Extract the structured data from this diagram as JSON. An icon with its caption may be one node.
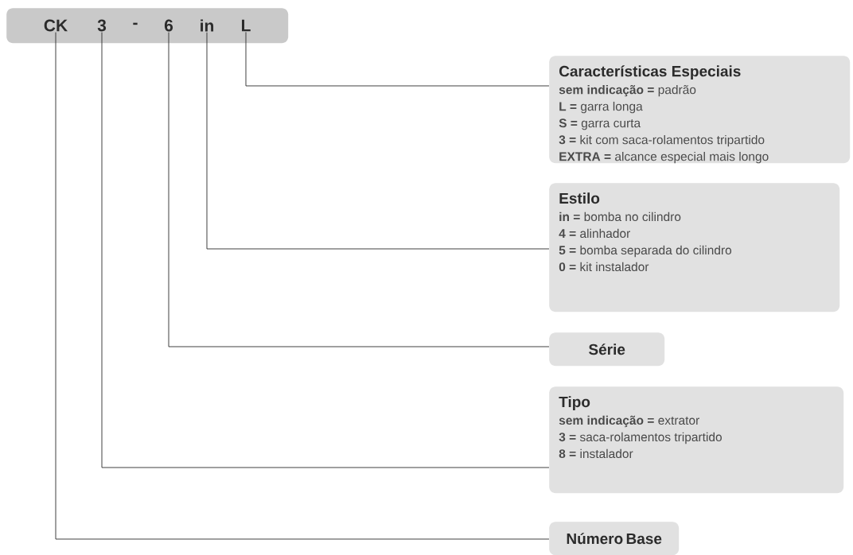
{
  "diagram": {
    "nodes": [
      {
        "text": [],
        "shape": "bar"
      },
      {
        "text": [
          "CK"
        ],
        "in": 0
      },
      {
        "text": [
          "3"
        ],
        "in": 0
      },
      {
        "text": [
          "-"
        ],
        "in": 0
      },
      {
        "text": [
          "6"
        ],
        "in": 0
      },
      {
        "text": [
          "in"
        ],
        "in": 0
      },
      {
        "text": [
          "L"
        ],
        "in": 0
      },
      {
        "text": [
          "Características Especiais",
          "**sem indicação =** padrão",
          "**L =** garra longa",
          "**S =** garra curta",
          "**3 =** kit com saca-rolamentos tripartido",
          "**EXTRA =** alcance especial mais longo"
        ]
      },
      {
        "text": [
          "Estilo",
          "**in =** bomba no cilindro",
          "**4 =** alinhador",
          "**5 =** bomba separada do cilindro",
          "**0 =** kit instalador"
        ]
      },
      {
        "text": [
          "Série"
        ]
      },
      {
        "text": [
          "Tipo",
          "**sem indicação =** extrator",
          "**3 =** saca-rolamentos tripartido",
          "**8 =** instalador"
        ]
      },
      {
        "text": [
          "Número Base"
        ]
      }
    ],
    "edges": [
      {
        "from": 6,
        "to": 7,
        "arrow": "none"
      },
      {
        "from": 5,
        "to": 8,
        "arrow": "none"
      },
      {
        "from": 4,
        "to": 9,
        "arrow": "none"
      },
      {
        "from": 2,
        "to": 10,
        "arrow": "none"
      },
      {
        "from": 1,
        "to": 11,
        "arrow": "none"
      }
    ]
  }
}
